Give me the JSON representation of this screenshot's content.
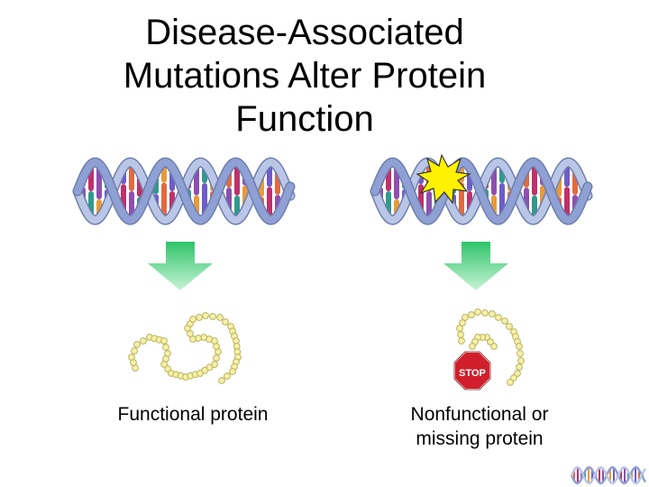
{
  "title": {
    "line1": "Disease-Associated",
    "line2": "Mutations Alter Protein",
    "line3": "Function"
  },
  "panels": [
    {
      "caption": "Functional protein",
      "mutated": false
    },
    {
      "caption_line1": "Nonfunctional or",
      "caption_line2": "missing protein",
      "mutated": true,
      "stop_sign_text": "STOP"
    }
  ],
  "colors": {
    "strand_a": "#b9c6e6",
    "strand_b": "#8ea0d4",
    "rungs": [
      "#e36a3e",
      "#c0306b",
      "#8e4fb0",
      "#2f9a8c",
      "#e89a3a",
      "#6e5cc9"
    ],
    "arrow_top": "#2fc46a",
    "arrow_bottom": "#c8f4d6",
    "bead": "#f7f1a6",
    "bead_stroke": "#b9b260",
    "starburst": "#fff200",
    "stop_red": "#d01f2a"
  }
}
